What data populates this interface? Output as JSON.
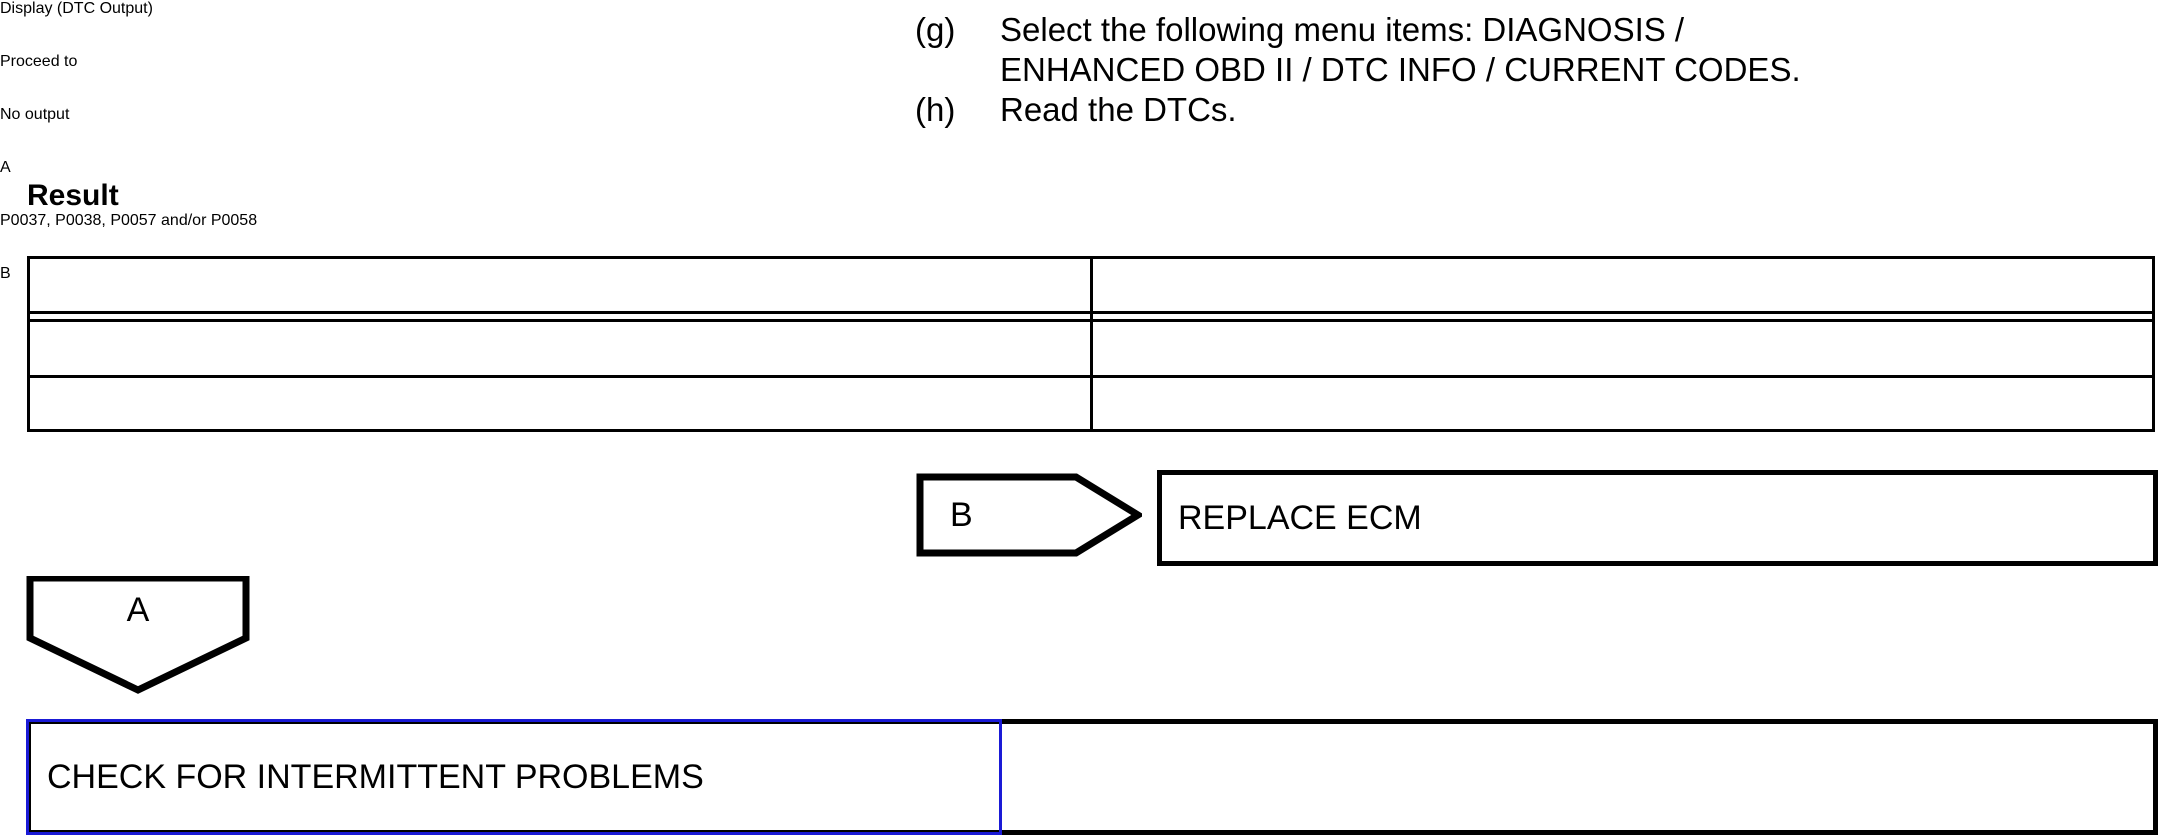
{
  "steps": [
    {
      "label": "(g)",
      "lines": [
        "Select the following menu items: DIAGNOSIS /",
        "ENHANCED OBD II / DTC INFO / CURRENT CODES."
      ]
    },
    {
      "label": "(h)",
      "lines": [
        "Read the DTCs."
      ]
    }
  ],
  "result": {
    "heading": "Result",
    "table": {
      "headers": [
        "Display (DTC Output)",
        "Proceed to"
      ],
      "rows": [
        [
          "No output",
          "A"
        ],
        [
          "P0037, P0038, P0057 and/or P0058",
          "B"
        ]
      ]
    }
  },
  "flow": {
    "connector_b": "B",
    "connector_a": "A",
    "box_replace_ecm": "REPLACE ECM",
    "box_intermittent": "CHECK FOR INTERMITTENT PROBLEMS"
  },
  "colors": {
    "line": "#000000",
    "selection": "#1a1ad6",
    "background": "#ffffff"
  }
}
